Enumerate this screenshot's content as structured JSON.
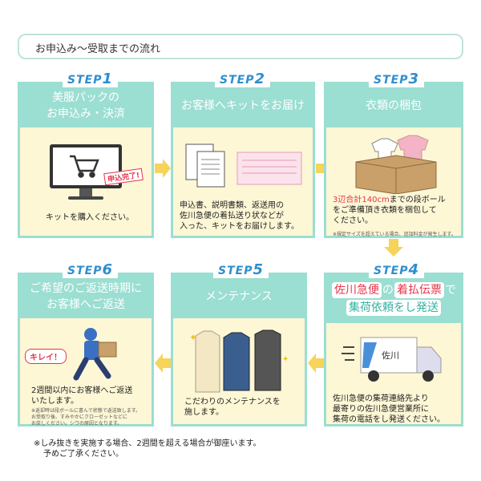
{
  "header": {
    "title": "お申込み〜受取までの流れ"
  },
  "steps": [
    {
      "label_prefix": "STEP",
      "label_num": "1",
      "title_line1": "美服パックの",
      "title_line2": "お申込み・決済",
      "stamp": "申込完了!",
      "body": "キットを購入ください。"
    },
    {
      "label_prefix": "STEP",
      "label_num": "2",
      "title_line1": "お客様へキットをお届け",
      "body_line1": "申込書、説明書類、返送用の",
      "body_line2": "佐川急便の着払送り状などが",
      "body_line3": "入った、キットをお届けします。"
    },
    {
      "label_prefix": "STEP",
      "label_num": "3",
      "title_line1": "衣類の梱包",
      "body_highlight": "3辺合計140cm",
      "body_line1_rest": "までの段ボール",
      "body_line2": "をご準備頂き衣類を梱包して",
      "body_line3": "ください。",
      "note": "※規定サイズを超えている場合、追加料金が発生します。"
    },
    {
      "label_prefix": "STEP",
      "label_num": "4",
      "title_pill1": "佐川急便",
      "title_mid": "の",
      "title_pill2": "着払伝票",
      "title_end": "で",
      "title_line2": "集荷依頼をし発送",
      "truck_text": "佐川",
      "body_line1": "佐川急便の集荷連絡先より",
      "body_line2": "最寄りの佐川急便営業所に",
      "body_line3": "集荷の電話をし発送ください。"
    },
    {
      "label_prefix": "STEP",
      "label_num": "5",
      "title_line1": "メンテナンス",
      "body_line1": "こだわりのメンテナンスを",
      "body_line2": "施します。"
    },
    {
      "label_prefix": "STEP",
      "label_num": "6",
      "title_line1": "ご希望のご返送時期に",
      "title_line2": "お客様へご返送",
      "speech": "キレイ！",
      "body_line1": "2週間以内にお客様へご返送",
      "body_line2": "いたします。",
      "note_line1": "※返却時は段ボールに書んで状態で返送致します。",
      "note_line2": "お受取り後、すみやかにクローゼットなどに",
      "note_line3": "お戻しください。シワの原因となります。"
    }
  ],
  "footnote": {
    "line1": "※しみ抜きを実施する場合、2週間を超える場合が御座います。",
    "line2": "予めご了承ください。"
  },
  "colors": {
    "teal": "#9bded2",
    "cream": "#fdf7d6",
    "arrow": "#f6d35a",
    "red": "#e5354b",
    "blue": "#2f8ed0"
  }
}
